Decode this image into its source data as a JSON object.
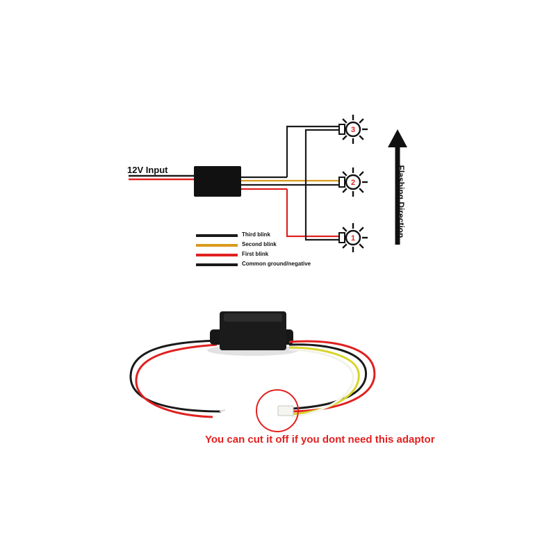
{
  "diagram": {
    "input_label": "12V Input",
    "direction_label": "Flashing Direction",
    "lamps": [
      {
        "number": "3"
      },
      {
        "number": "2"
      },
      {
        "number": "1"
      }
    ],
    "legend": [
      {
        "label": "Third blink",
        "color": "#1a1a1a"
      },
      {
        "label": "Second blink",
        "color": "#d99a1c"
      },
      {
        "label": "First blink",
        "color": "#e02020"
      },
      {
        "label": "Common ground/negative",
        "color": "#1a1a1a"
      }
    ],
    "wire_colors": {
      "black": "#1a1a1a",
      "amber": "#d99a1c",
      "red": "#e02020",
      "yellow": "#d8d42a",
      "white": "#f2f2ea"
    }
  },
  "photo": {
    "caption": "You can cut it off if you dont need this adaptor",
    "caption_color": "#e32020"
  }
}
